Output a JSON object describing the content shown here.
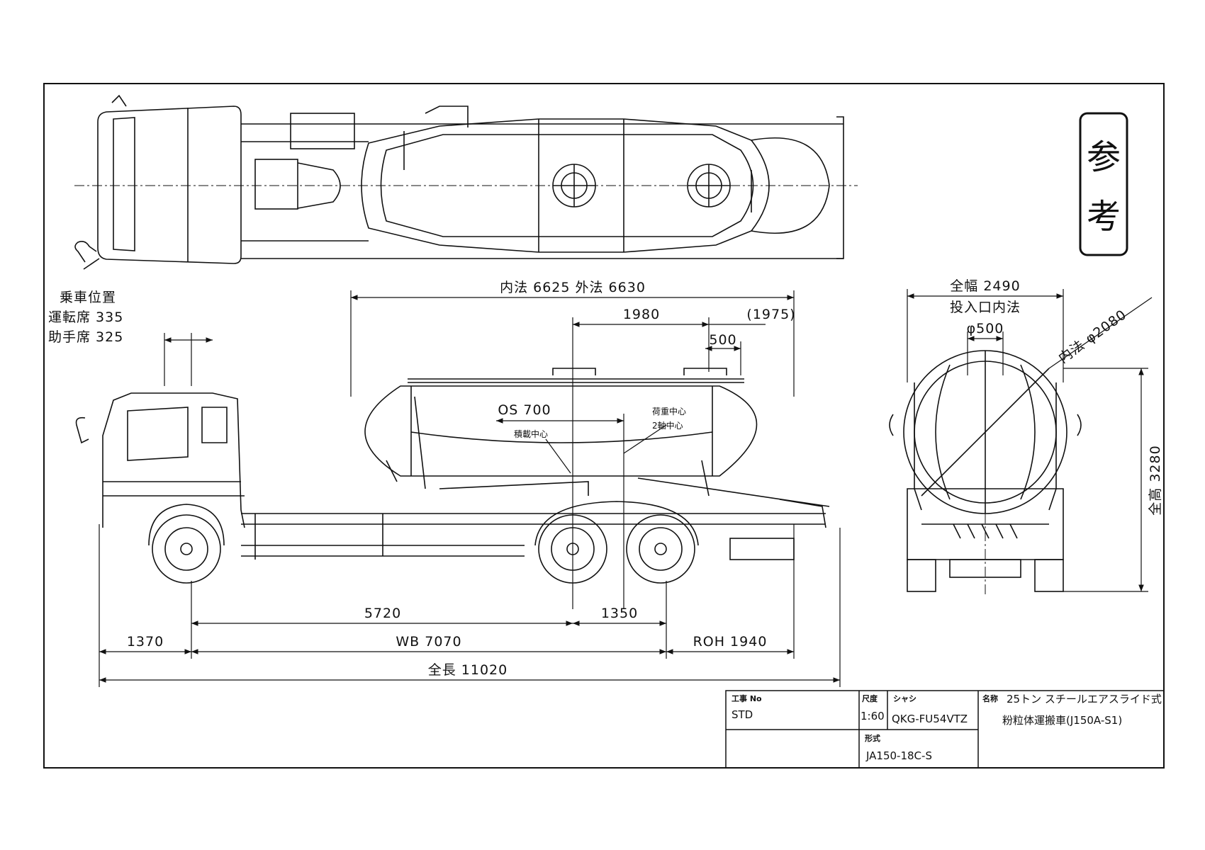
{
  "stamp": {
    "char1": "参",
    "char2": "考"
  },
  "seat_position": {
    "title": "乗車位置",
    "driver": "運転席 335",
    "passenger": "助手席 325"
  },
  "dimensions": {
    "tank_length": "内法 6625  外法 6630",
    "hatch_spacing": "1980",
    "hatch_spacing_ref": "(1975)",
    "hatch_offset": "500",
    "offset": "OS 700",
    "load_center": "荷重中心",
    "axle2_center": "2軸中心",
    "cargo_center": "積載中心",
    "axle_to_center": "5720",
    "tandem_spacing": "1350",
    "front_overhang": "1370",
    "wheelbase": "WB 7070",
    "rear_overhang": "ROH 1940",
    "overall_length": "全長 11020",
    "overall_width": "全幅 2490",
    "manhole_label": "投入口内法",
    "manhole_dia": "φ500",
    "tank_dia": "内法 φ2080",
    "overall_height": "全高 3280"
  },
  "title_block": {
    "job_no_label": "工事 No",
    "job_no": "STD",
    "scale_label": "尺度",
    "scale": "1:60",
    "chassis_label": "シャシ",
    "chassis": "QKG-FU54VTZ",
    "name_label": "名称",
    "name_line1": "25トン  スチールエアスライド式",
    "name_line2": "粉粒体運搬車(J150A-S1)",
    "model_label": "形式",
    "model": "JA150-18C-S"
  }
}
